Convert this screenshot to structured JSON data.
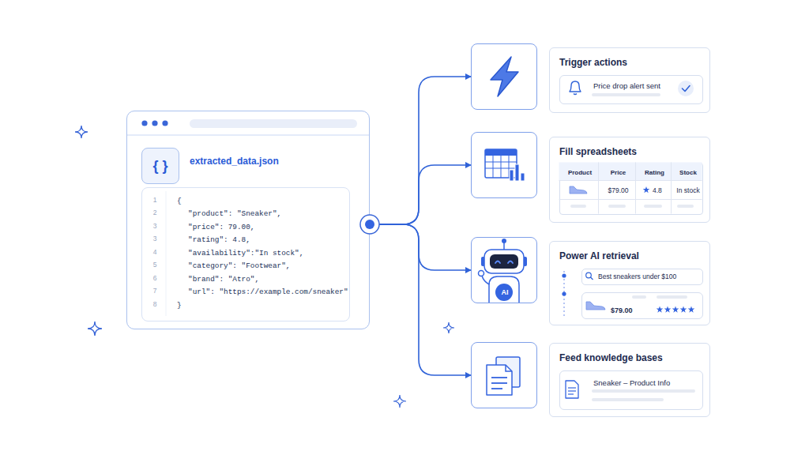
{
  "diagram": {
    "nodes": [
      {
        "text": [
          "extracted_data.json"
        ]
      },
      {
        "text": [
          "{ }"
        ],
        "in": 0
      },
      {
        "text": [
          "{",
          "\"product\": \"Sneaker\",",
          "\"price\": 79.00,",
          "\"rating\": 4.8,",
          "\"availability\":\"In stock\",",
          "\"category\": \"Footwear\",",
          "\"brand\": \"Atro\",",
          "\"url\": \"https://example.com/sneaker\"",
          "}"
        ],
        "in": 0
      },
      {
        "text": []
      },
      {
        "text": [
          "Trigger actions"
        ]
      },
      {
        "text": [
          "Price drop alert sent"
        ],
        "in": 4
      },
      {
        "text": []
      },
      {
        "text": [
          "Fill spreadsheets"
        ]
      },
      {
        "text": [
          "Product",
          "Price",
          "Rating",
          "Stock",
          "$79.00",
          "4.8",
          "In stock"
        ],
        "in": 7
      },
      {
        "text": [
          "AI"
        ]
      },
      {
        "text": [
          "Power AI retrieval"
        ]
      },
      {
        "text": [
          "Best sneakers under $100"
        ],
        "in": 10
      },
      {
        "text": [
          "$79.00"
        ],
        "in": 10
      },
      {
        "text": []
      },
      {
        "text": [
          "Feed knowledge bases"
        ]
      },
      {
        "text": [
          "Sneaker – Product Info"
        ],
        "in": 14
      }
    ],
    "edges": [
      {
        "from": 0,
        "to": 3,
        "arrow": "to"
      },
      {
        "from": 0,
        "to": 6,
        "arrow": "to"
      },
      {
        "from": 0,
        "to": 9,
        "arrow": "to"
      },
      {
        "from": 0,
        "to": 13,
        "arrow": "to"
      }
    ],
    "labels": [
      "1",
      "2",
      "3",
      "3",
      "4",
      "5",
      "6",
      "7",
      "8"
    ]
  }
}
